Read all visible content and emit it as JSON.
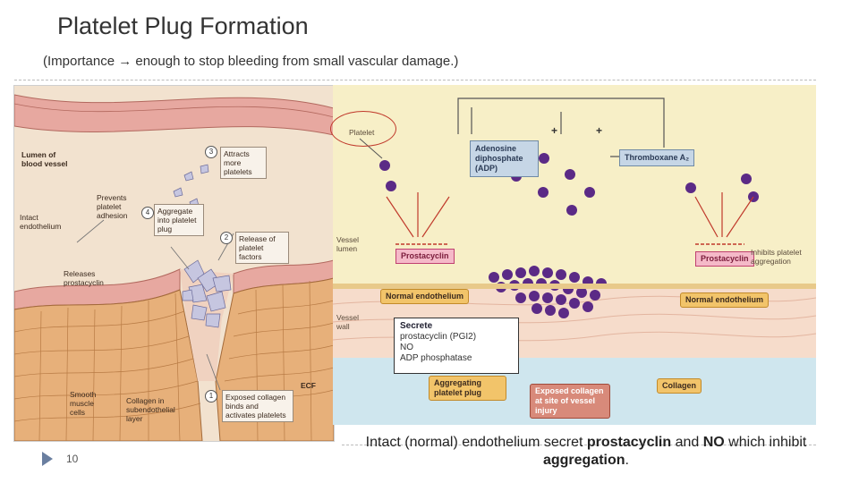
{
  "title": "Platelet Plug Formation",
  "subtitle": "(Importance → enough to stop bleeding from small vascular damage.)",
  "left_figure": {
    "lumen": "Lumen of blood vessel",
    "intact": "Intact endothelium",
    "prevents": "Prevents platelet adhesion",
    "releases": "Releases prostacyclin",
    "smooth": "Smooth muscle cells",
    "collagen": "Collagen in subendothelial layer",
    "ecf": "ECF",
    "steps": [
      {
        "n": "1",
        "text": "Exposed collagen binds and activates platelets"
      },
      {
        "n": "2",
        "text": "Release of platelet factors"
      },
      {
        "n": "3",
        "text": "Attracts more platelets"
      },
      {
        "n": "4",
        "text": "Aggregate into platelet plug"
      }
    ]
  },
  "right_figure": {
    "platelet": "Platelet",
    "adp": "Adenosine diphosphate (ADP)",
    "thromboxane": "Thromboxane A₂",
    "vessel_lumen": "Vessel lumen",
    "vessel_wall": "Vessel wall",
    "prostacyclin": "Prostacyclin",
    "inhibits": "Inhibits platelet aggregation",
    "normal_endo": "Normal endothelium",
    "aggregating": "Aggregating platelet plug",
    "exposed": "Exposed collagen at site of vessel injury",
    "collagen": "Collagen",
    "plus": "+"
  },
  "secrete_box": {
    "heading": "Secrete",
    "lines": [
      "prostacyclin (PGI2)",
      "NO",
      "ADP phosphatase"
    ]
  },
  "caption": {
    "part1": "Intact (normal) endothelium secret ",
    "b1": "prostacyclin",
    "part2": " and ",
    "b2": "NO",
    "part3": " which inhibit ",
    "b3": "aggregation",
    "part4": "."
  },
  "page_number": "10",
  "colors": {
    "platelet": "#5b2a86",
    "endothelium": "#f2c46a",
    "prostacyclin": "#f5b9c8",
    "lumen": "#f7efc7",
    "wall": "#f6dccb",
    "ecf": "#cfe6ee"
  }
}
